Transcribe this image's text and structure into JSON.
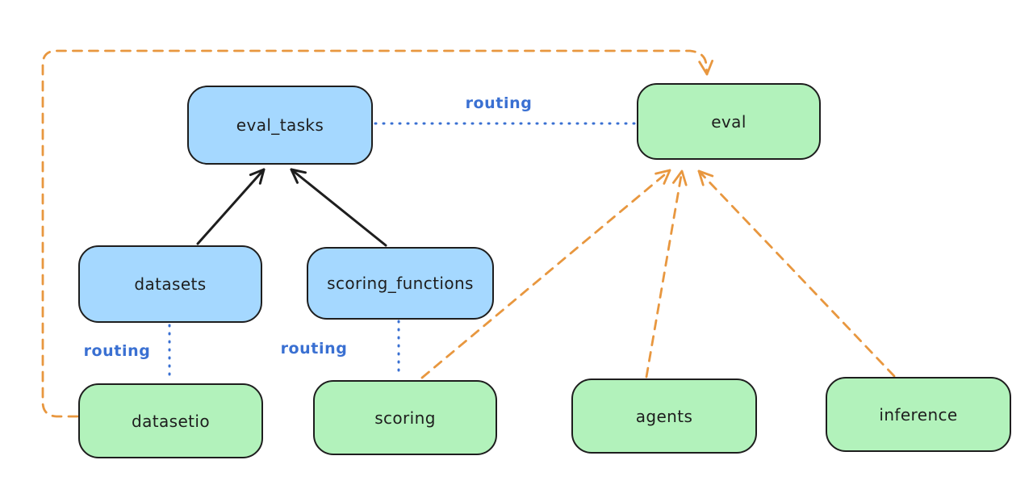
{
  "diagram_type": "architecture-diagram",
  "nodes": {
    "eval_tasks": {
      "label": "eval_tasks",
      "fill": "#a5d8ff"
    },
    "eval": {
      "label": "eval",
      "fill": "#b2f2bb"
    },
    "datasets": {
      "label": "datasets",
      "fill": "#a5d8ff"
    },
    "scoring_functions": {
      "label": "scoring_functions",
      "fill": "#a5d8ff"
    },
    "datasetio": {
      "label": "datasetio",
      "fill": "#b2f2bb"
    },
    "scoring": {
      "label": "scoring",
      "fill": "#b2f2bb"
    },
    "agents": {
      "label": "agents",
      "fill": "#b2f2bb"
    },
    "inference": {
      "label": "inference",
      "fill": "#b2f2bb"
    }
  },
  "edges": [
    {
      "from": "datasets",
      "to": "eval_tasks",
      "style": "solid",
      "arrow": true,
      "label": ""
    },
    {
      "from": "scoring_functions",
      "to": "eval_tasks",
      "style": "solid",
      "arrow": true,
      "label": ""
    },
    {
      "from": "eval_tasks",
      "to": "eval",
      "style": "dotted",
      "arrow": false,
      "label": "routing"
    },
    {
      "from": "datasets",
      "to": "datasetio",
      "style": "dotted",
      "arrow": false,
      "label": "routing"
    },
    {
      "from": "scoring_functions",
      "to": "scoring",
      "style": "dotted",
      "arrow": false,
      "label": "routing"
    },
    {
      "from": "datasetio",
      "to": "eval",
      "style": "dashed",
      "arrow": true,
      "label": ""
    },
    {
      "from": "scoring",
      "to": "eval",
      "style": "dashed",
      "arrow": true,
      "label": ""
    },
    {
      "from": "agents",
      "to": "eval",
      "style": "dashed",
      "arrow": true,
      "label": ""
    },
    {
      "from": "inference",
      "to": "eval",
      "style": "dashed",
      "arrow": true,
      "label": ""
    }
  ],
  "colors": {
    "node_stroke": "#1e1e1e",
    "blue_node_fill": "#a5d8ff",
    "green_node_fill": "#b2f2bb",
    "solid_arrow": "#1e1e1e",
    "routing_blue": "#3a70d2",
    "provider_orange": "#e8973f",
    "background": "#ffffff"
  }
}
